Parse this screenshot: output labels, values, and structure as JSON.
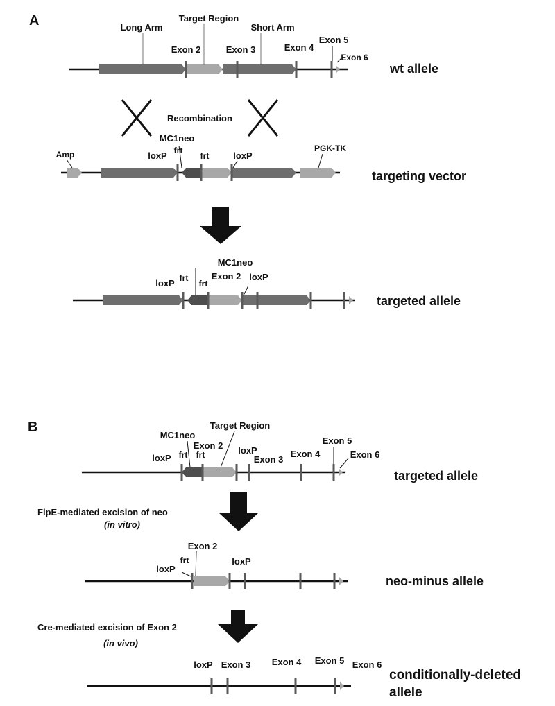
{
  "panel_a": {
    "letter": "A",
    "wt": {
      "long_arm": "Long Arm",
      "target_region": "Target Region",
      "short_arm": "Short Arm",
      "exon2": "Exon 2",
      "exon3": "Exon 3",
      "exon4": "Exon 4",
      "exon5": "Exon 5",
      "exon6": "Exon 6",
      "name": "wt allele"
    },
    "recombination": "Recombination",
    "vector": {
      "amp": "Amp",
      "loxp1": "loxP",
      "mc1neo": "MC1neo",
      "frt1": "frt",
      "frt2": "frt",
      "loxp2": "loxP",
      "pgktk": "PGK-TK",
      "name": "targeting vector"
    },
    "targeted": {
      "mc1neo": "MC1neo",
      "loxp1": "loxP",
      "frt1": "frt",
      "frt2": "frt",
      "exon2": "Exon 2",
      "loxp2": "loxP",
      "name": "targeted allele"
    }
  },
  "panel_b": {
    "letter": "B",
    "targeted": {
      "target_region": "Target Region",
      "mc1neo": "MC1neo",
      "exon2": "Exon 2",
      "loxp1": "loxP",
      "frt1": "frt",
      "frt2": "frt",
      "loxp2": "loxP",
      "exon3": "Exon 3",
      "exon4": "Exon 4",
      "exon5": "Exon 5",
      "exon6": "Exon 6",
      "name": "targeted allele"
    },
    "step1": {
      "line1": "FlpE-mediated excision of neo",
      "line2": "(in vitro)"
    },
    "neo_minus": {
      "exon2": "Exon 2",
      "frt": "frt",
      "loxp1": "loxP",
      "loxp2": "loxP",
      "name": "neo-minus allele"
    },
    "step2": {
      "line1": "Cre-mediated excision of Exon 2",
      "line2": "(in vivo)"
    },
    "deleted": {
      "loxp": "loxP",
      "exon3": "Exon 3",
      "exon4": "Exon 4",
      "exon5": "Exon 5",
      "exon6": "Exon 6",
      "name_line1": "conditionally-deleted",
      "name_line2": "allele"
    }
  },
  "colors": {
    "dark_segment": "#6e6e6e",
    "light_segment": "#a8a8a8",
    "neo_segment": "#4e4e4e",
    "backbone": "#111111"
  }
}
